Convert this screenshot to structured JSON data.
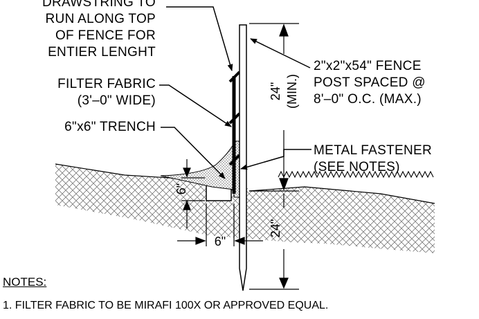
{
  "labels": {
    "drawstring": [
      "DRAWSTRING TO",
      "RUN ALONG TOP",
      "OF FENCE FOR",
      "ENTIER LENGHT"
    ],
    "filter_fabric": [
      "FILTER FABRIC",
      "(3'–0\" WIDE)"
    ],
    "trench": "6\"x6\" TRENCH",
    "fence_post": [
      "2\"x2\"x54\" FENCE",
      "POST SPACED @",
      "8'–0\" O.C. (MAX.)"
    ],
    "fastener": [
      "METAL FASTENER",
      "(SEE NOTES)"
    ]
  },
  "dimensions": {
    "upper_post": "24\"",
    "upper_post_note": "(MIN.)",
    "trench_depth": "6\"",
    "trench_width": "6\"",
    "lower_post": "24\""
  },
  "notes": {
    "title": "NOTES:",
    "items": [
      "1.  FILTER FABRIC TO BE MIRAFI 100X OR APPROVED EQUAL."
    ]
  }
}
